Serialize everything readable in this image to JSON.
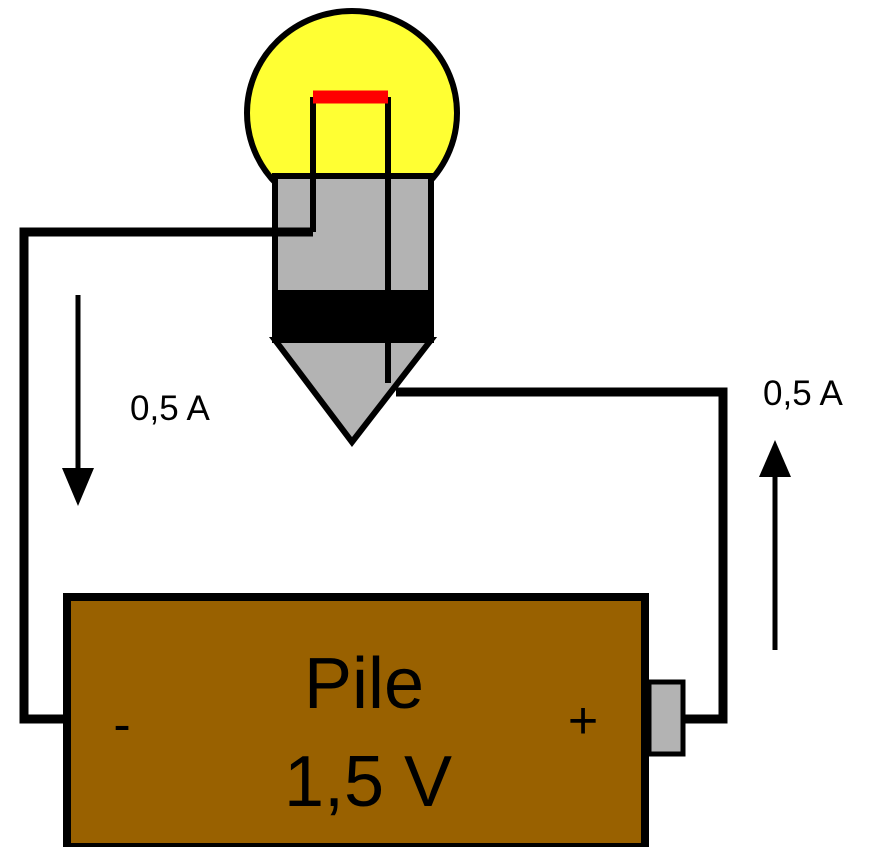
{
  "battery": {
    "name": "Pile",
    "voltage": "1,5 V",
    "minus_sign": "-",
    "plus_sign": "+"
  },
  "current": {
    "left": "0,5 A",
    "right": "0,5 A"
  },
  "colors": {
    "glass": "#ffff33",
    "filament": "#ff0000",
    "socket": "#b3b3b3",
    "socket_band": "#000000",
    "battery_body": "#996100",
    "battery_terminal": "#b3b3b3",
    "wire": "#000000"
  }
}
